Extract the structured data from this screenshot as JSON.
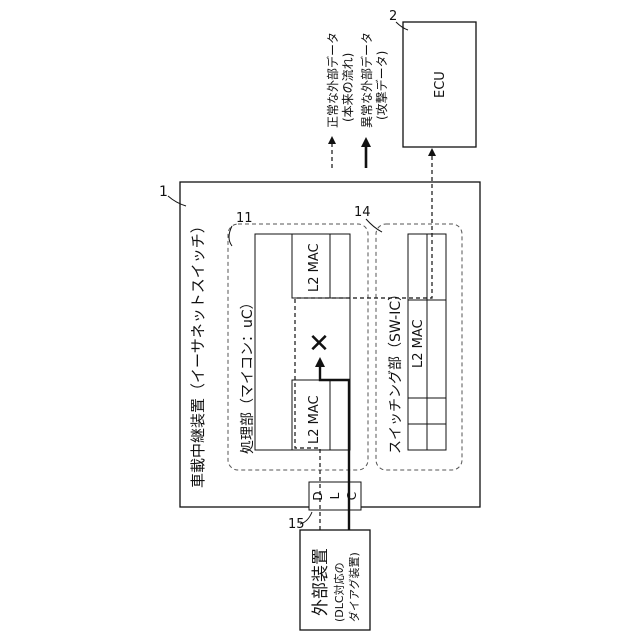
{
  "device": {
    "ref": "1",
    "title": "車載中継装置（イーサネットスイッチ）"
  },
  "processing_unit": {
    "ref": "11",
    "label": "処理部（マイコン：uC）",
    "mac_top": "L2 MAC",
    "mac_bottom": "L2 MAC"
  },
  "switching_unit": {
    "ref": "14",
    "label": "スイッチング部（SW-IC）",
    "mac": "L2 MAC"
  },
  "dlc": {
    "ref": "15",
    "letters": [
      "D",
      "L",
      "C"
    ]
  },
  "external_device": {
    "label": "外部装置",
    "sublabel": "(DLC対応の\nダイアグ装置)"
  },
  "ecu": {
    "ref": "2",
    "label": "ECU"
  },
  "legend": {
    "normal_line1": "正常な外部データ",
    "normal_line2": "(本来の流れ)",
    "abnormal_line1": "異常な外部データ",
    "abnormal_line2": "(攻撃データ)"
  },
  "block_mark": "✕"
}
